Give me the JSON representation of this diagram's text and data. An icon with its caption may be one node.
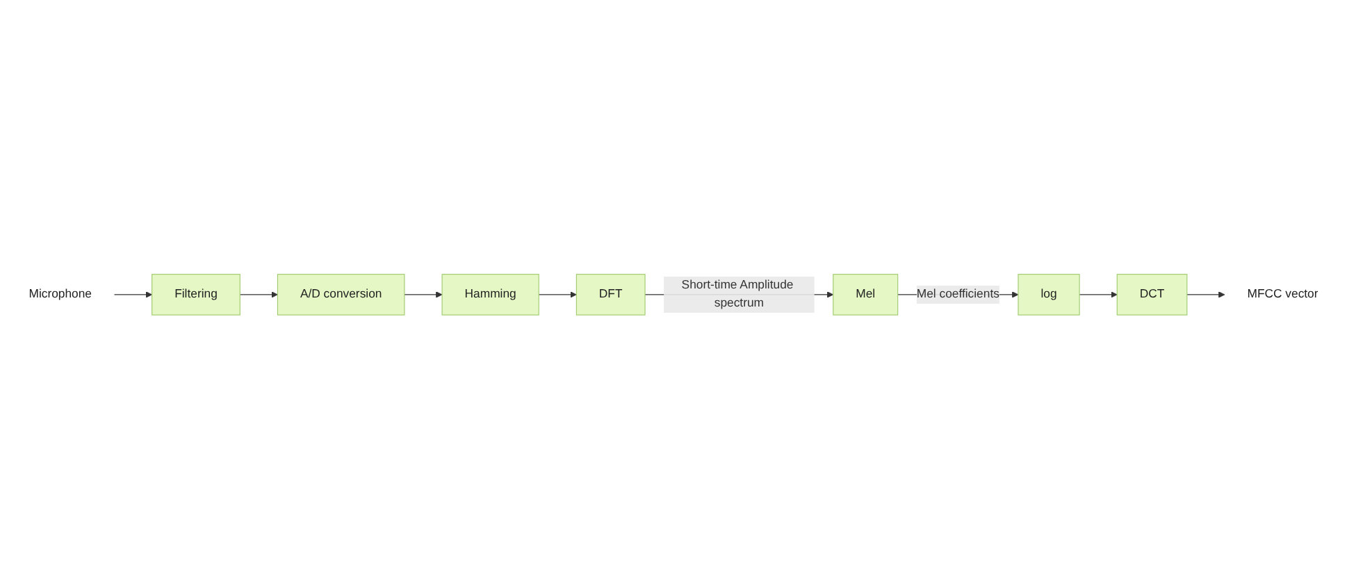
{
  "diagram": {
    "nodes": [
      {
        "text": [
          "Microphone"
        ]
      },
      {
        "text": [
          "Filtering"
        ]
      },
      {
        "text": [
          "A/D conversion"
        ]
      },
      {
        "text": [
          "Hamming"
        ]
      },
      {
        "text": [
          "DFT"
        ]
      },
      {
        "text": [
          "Mel"
        ]
      },
      {
        "text": [
          "log"
        ]
      },
      {
        "text": [
          "DCT"
        ]
      },
      {
        "text": [
          "MFCC vector"
        ]
      }
    ],
    "edges": [
      {
        "from": 0,
        "to": 1,
        "arrow": "to"
      },
      {
        "from": 1,
        "to": 2,
        "arrow": "to"
      },
      {
        "from": 2,
        "to": 3,
        "arrow": "to"
      },
      {
        "from": 3,
        "to": 4,
        "arrow": "to"
      },
      {
        "from": 4,
        "to": 5,
        "arrow": "to",
        "label": "Short-time Amplitude spectrum"
      },
      {
        "from": 5,
        "to": 6,
        "arrow": "to",
        "label": "Mel coefficients"
      },
      {
        "from": 6,
        "to": 7,
        "arrow": "to"
      },
      {
        "from": 7,
        "to": 8,
        "arrow": "to"
      }
    ]
  }
}
